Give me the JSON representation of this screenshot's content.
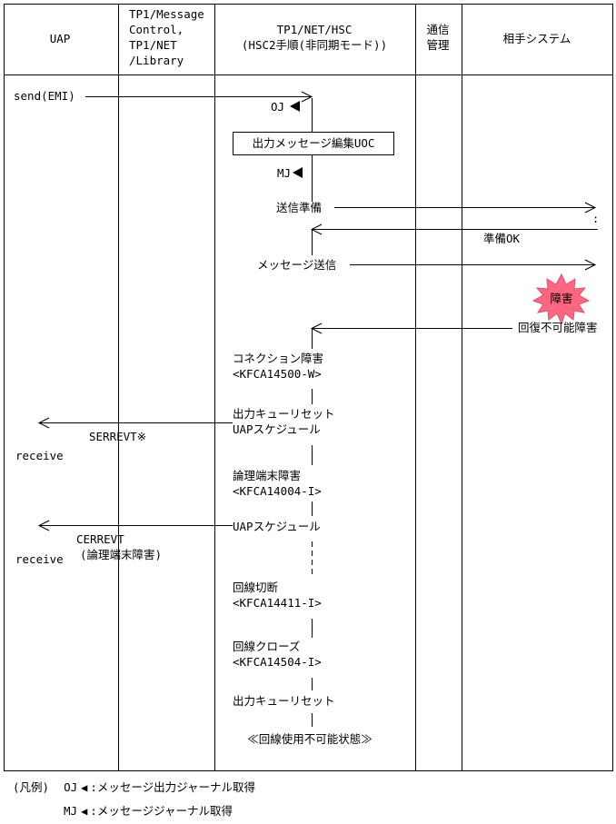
{
  "columns": {
    "uap": "UAP",
    "tp1mc_line1": "TP1/Message",
    "tp1mc_line2": "Control,",
    "tp1mc_line3": "TP1/NET",
    "tp1mc_line4": "/Library",
    "hsc_line1": "TP1/NET/HSC",
    "hsc_line2": "(HSC2手順(非同期モード))",
    "comm_line1": "通信",
    "comm_line2": "管理",
    "remote": "相手システム"
  },
  "messages": {
    "send": "send(EMI)",
    "oj": "OJ",
    "uoc": "出力メッセージ編集UOC",
    "mj": "MJ",
    "prep": "送信準備",
    "prep_ok": "準備OK",
    "msg_send": "メッセージ送信",
    "fault_badge": "障害",
    "unrecoverable": "回復不可能障害",
    "conn_fault": "コネクション障害",
    "conn_fault_code": "<KFCA14500-W>",
    "queue_reset1": "出力キューリセット",
    "uap_sched1": "UAPスケジュール",
    "serrevt": "SERREVT※",
    "receive1": "receive",
    "lterm_fault": "論理端末障害",
    "lterm_fault_code": "<KFCA14004-I>",
    "uap_sched2": "UAPスケジュール",
    "cerrevt": "CERREVT",
    "cerrevt_note": "(論理端末障害)",
    "receive2": "receive",
    "line_cut": "回線切断",
    "line_cut_code": "<KFCA14411-I>",
    "line_close": "回線クローズ",
    "line_close_code": "<KFCA14504-I>",
    "queue_reset2": "出力キューリセット",
    "unusable": "≪回線使用不可能状態≫"
  },
  "legend": {
    "prefix": "(凡例)",
    "oj_key": "OJ",
    "oj_desc": ":メッセージ出力ジャーナル取得",
    "mj_key": "MJ",
    "mj_desc": ":メッセージジャーナル取得"
  },
  "colors": {
    "fault_fill": "#ff6680",
    "line": "#000000"
  }
}
